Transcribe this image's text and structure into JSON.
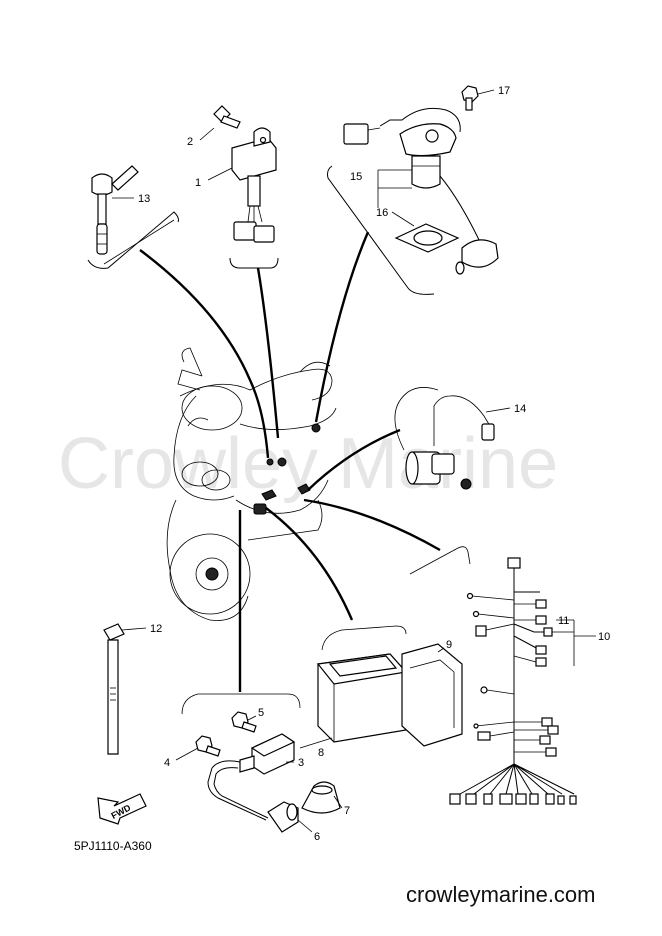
{
  "watermark": "Crowley Marine",
  "footer_site": "crowleymarine.com",
  "diagram_ref": "5PJ1110-A360",
  "fwd_label": "FWD",
  "callouts": {
    "c1": "1",
    "c2": "2",
    "c3": "3",
    "c4": "4",
    "c5": "5",
    "c6": "6",
    "c7": "7",
    "c8": "8",
    "c9": "9",
    "c10": "10",
    "c11": "11",
    "c12": "12",
    "c13": "13",
    "c14": "14",
    "c15": "15",
    "c16": "16",
    "c17": "17"
  }
}
